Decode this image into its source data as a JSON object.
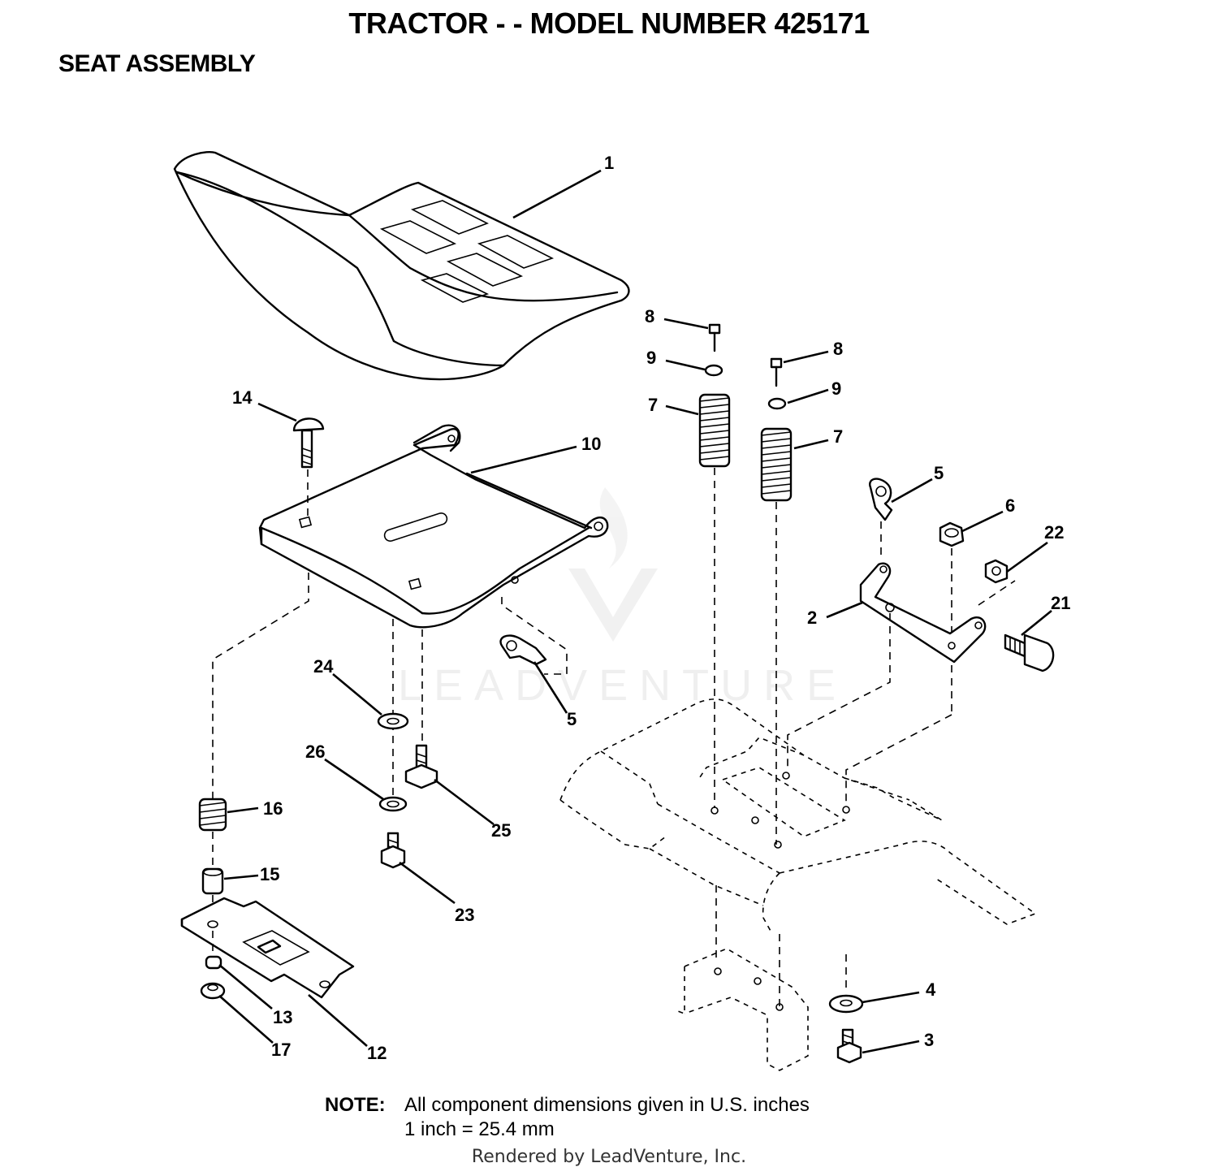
{
  "header": {
    "title": "TRACTOR - - MODEL NUMBER 425171",
    "subtitle": "SEAT ASSEMBLY"
  },
  "watermark": "LEADVENTURE",
  "callouts": [
    "1",
    "14",
    "10",
    "8",
    "9",
    "7",
    "8",
    "9",
    "7",
    "5",
    "6",
    "22",
    "2",
    "21",
    "5",
    "24",
    "26",
    "25",
    "16",
    "15",
    "23",
    "4",
    "3",
    "13",
    "17",
    "12"
  ],
  "note": {
    "label": "NOTE:",
    "line1": "All component dimensions given in U.S. inches",
    "line2": "1 inch = 25.4 mm"
  },
  "footer": "Rendered by LeadVenture, Inc."
}
